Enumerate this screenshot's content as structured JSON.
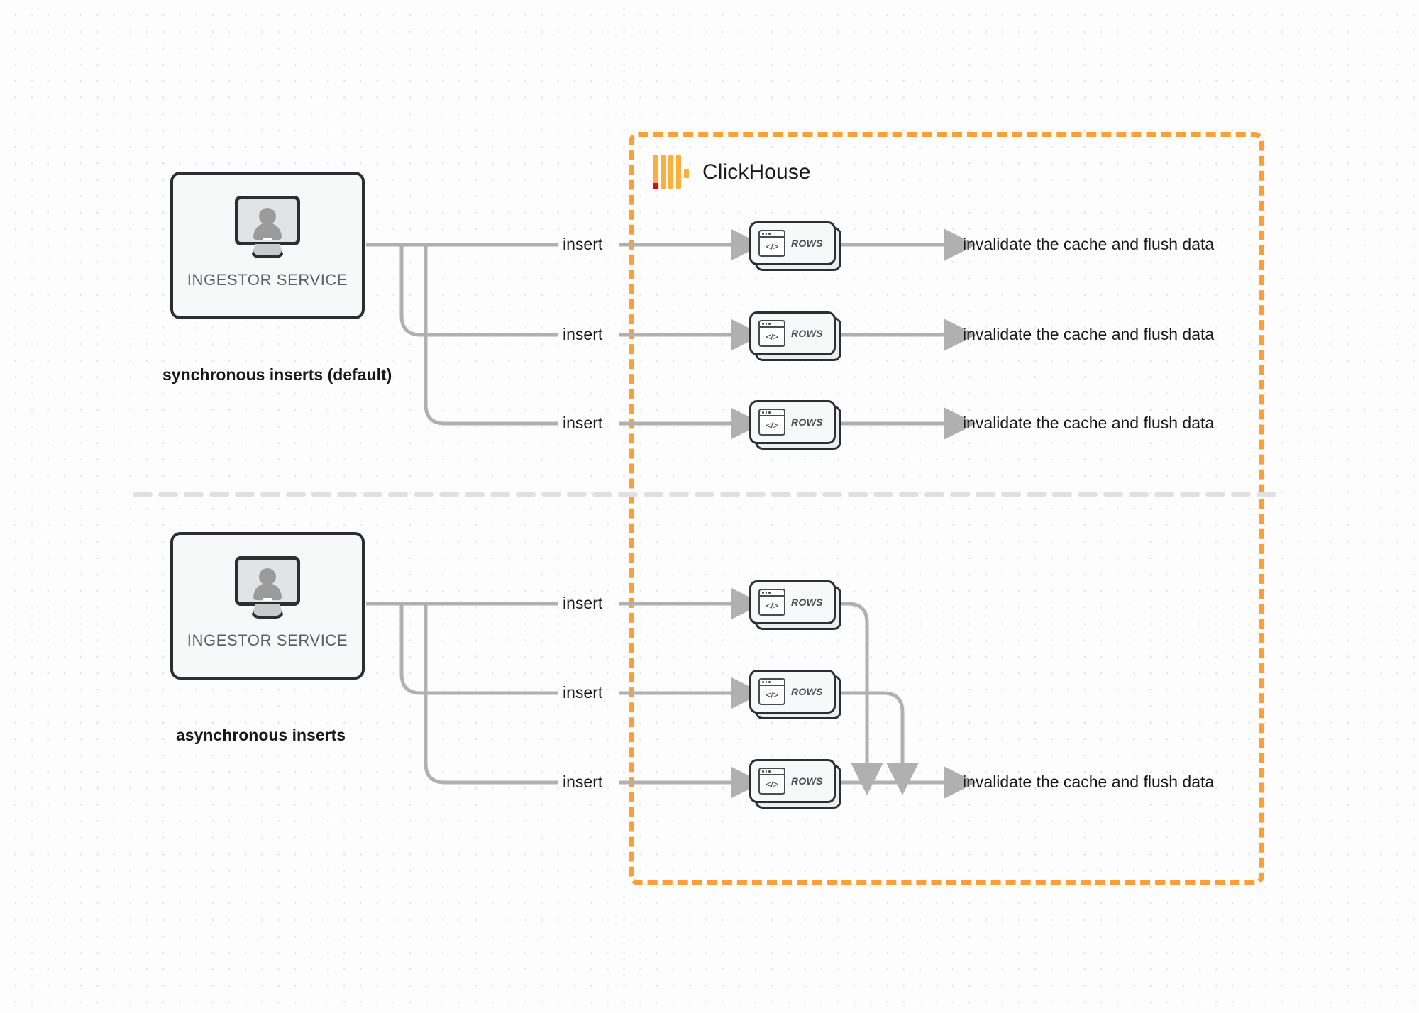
{
  "diagram": {
    "title": "ClickHouse synchronous vs asynchronous inserts",
    "container": {
      "brand": "ClickHouse",
      "logo_name": "clickhouse-logo",
      "border_color": "#F9A03A",
      "border_style": "dashed"
    },
    "colors": {
      "accent_orange": "#F9A03A",
      "logo_yellow": "#FBB03B",
      "logo_red": "#E8001C",
      "wire_gray": "#b0b0b0",
      "node_border": "#2b2f33",
      "node_fill": "#f7f8f8",
      "text_dark": "#17181a",
      "text_muted": "#5a5f63",
      "divider_gray": "#e0e0e0"
    },
    "sections": [
      {
        "id": "synchronous",
        "caption": "synchronous inserts (default)",
        "source": {
          "label": "INGESTOR SERVICE",
          "icon": "monitor-user-icon"
        },
        "flows": [
          {
            "edge_label": "insert",
            "node_label": "ROWS",
            "result_label": "invalidate the cache and flush data"
          },
          {
            "edge_label": "insert",
            "node_label": "ROWS",
            "result_label": "invalidate the cache and flush data"
          },
          {
            "edge_label": "insert",
            "node_label": "ROWS",
            "result_label": "invalidate the cache and flush data"
          }
        ]
      },
      {
        "id": "asynchronous",
        "caption": "asynchronous inserts",
        "source": {
          "label": "INGESTOR SERVICE",
          "icon": "monitor-user-icon"
        },
        "flows": [
          {
            "edge_label": "insert",
            "node_label": "ROWS"
          },
          {
            "edge_label": "insert",
            "node_label": "ROWS"
          },
          {
            "edge_label": "insert",
            "node_label": "ROWS"
          }
        ],
        "merged_result_label": "invalidate the cache and flush data"
      }
    ]
  }
}
